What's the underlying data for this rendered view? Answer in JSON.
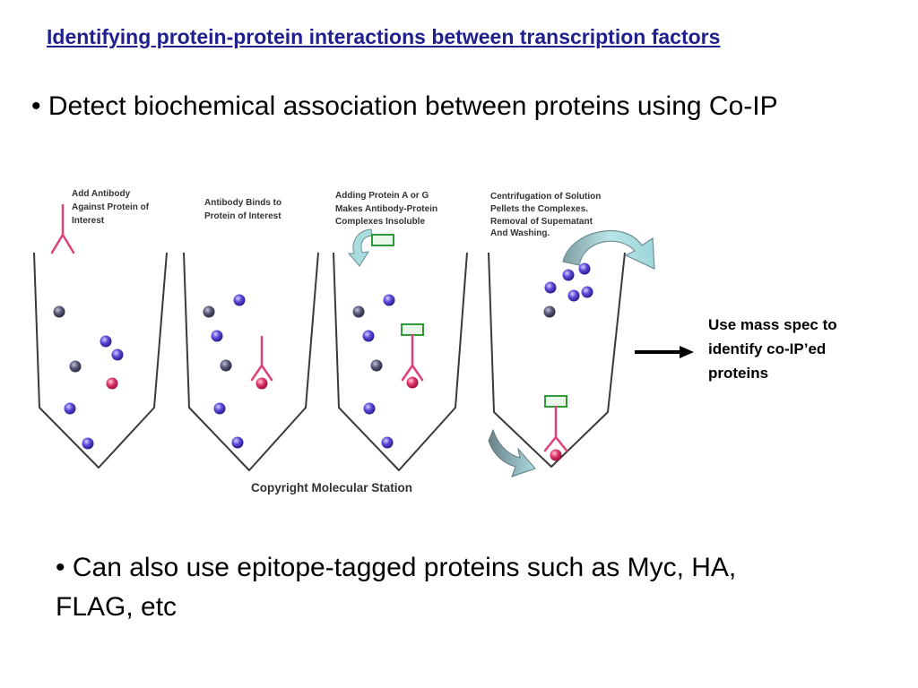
{
  "slide": {
    "title": "Identifying protein-protein interactions between transcription factors",
    "bullet_1": "• Detect biochemical association between proteins using Co-IP",
    "bullet_2_lines": [
      "• Can also use epitope-tagged proteins such as Myc, HA,",
      "FLAG, etc"
    ]
  },
  "diagram": {
    "steps": [
      {
        "lines": [
          "Add Antibody",
          "Against Protein of",
          "Interest"
        ]
      },
      {
        "lines": [
          "Antibody Binds to",
          "Protein of Interest"
        ]
      },
      {
        "lines": [
          "Adding Protein A or G",
          "Makes Antibody-Protein",
          "Complexes Insoluble"
        ]
      },
      {
        "lines": [
          "Centrifugation of Solution",
          "Pellets the Complexes.",
          "Removal of Supematant",
          "And Washing."
        ]
      }
    ],
    "copyright": "Copyright Molecular Station"
  },
  "side_note": {
    "lines": [
      "Use mass spec to",
      "identify co-IP’ed",
      "proteins"
    ]
  },
  "colors": {
    "title": "#1f1f8f",
    "antibody": "#e0407a",
    "tag": "#2e9a3a"
  }
}
